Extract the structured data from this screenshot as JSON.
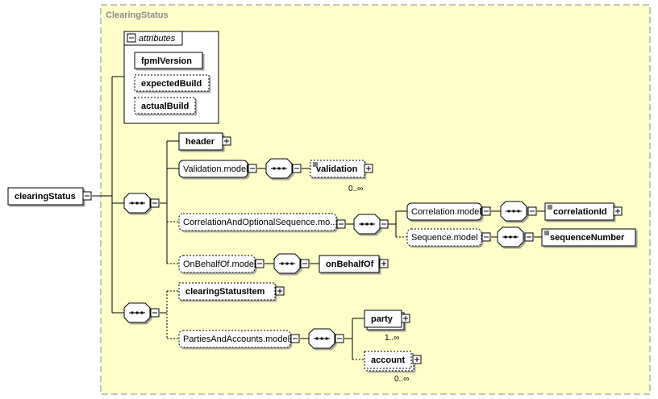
{
  "complex_type": "ClearingStatus",
  "root": "clearingStatus",
  "attributes": {
    "title": "attributes",
    "items": [
      "fpmlVersion",
      "expectedBuild",
      "actualBuild"
    ]
  },
  "elements": {
    "header": "header",
    "validation_model": "Validation.model",
    "validation": "validation",
    "validation_occurs": "0..∞",
    "correlation_seq_model": "CorrelationAndOptionalSequence.mo...",
    "correlation_model": "Correlation.model",
    "correlation_id": "correlationId",
    "sequence_model": "Sequence.model",
    "sequence_number": "sequenceNumber",
    "on_behalf_of_model": "OnBehalfOf.model",
    "on_behalf_of": "onBehalfOf",
    "clearing_status_item": "clearingStatusItem",
    "parties_accounts_model": "PartiesAndAccounts.model",
    "party": "party",
    "party_occurs": "1..∞",
    "account": "account",
    "account_occurs": "0..∞"
  }
}
